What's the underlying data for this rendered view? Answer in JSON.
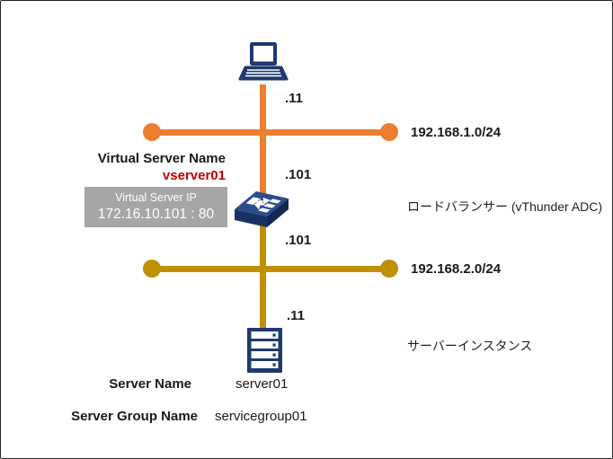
{
  "diagram": {
    "client": {
      "ip_suffix": ".11"
    },
    "network1": {
      "cidr": "192.168.1.0/24"
    },
    "virtual_server": {
      "name_label": "Virtual Server Name",
      "name_value": "vserver01",
      "ip_title": "Virtual Server IP",
      "ip_value": "172.16.10.101 : 80"
    },
    "load_balancer": {
      "label": "ロードバランサー (vThunder ADC)",
      "upper_ip_suffix": ".101",
      "lower_ip_suffix": ".101"
    },
    "network2": {
      "cidr": "192.168.2.0/24"
    },
    "server": {
      "label": "サーバーインスタンス",
      "ip_suffix": ".11",
      "name_label": "Server Name",
      "name_value": "server01",
      "group_label": "Server Group Name",
      "group_value": "servicegroup01"
    },
    "colors": {
      "network1_line": "#ED7D31",
      "network2_line": "#BF9000",
      "node_navy": "#1E3A6E",
      "vserver_name_red": "#C00000",
      "ip_box_gray": "#A6A6A6"
    }
  }
}
